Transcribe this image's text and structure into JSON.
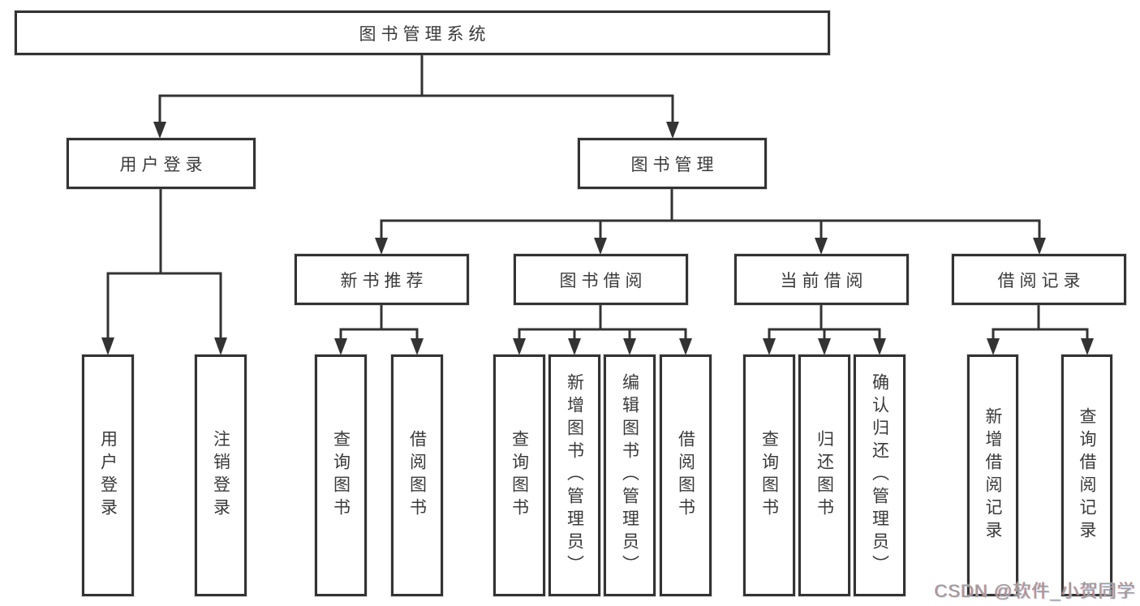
{
  "colors": {
    "line": "#333333",
    "box_border": "#333333",
    "box_fill": "#ffffff",
    "text": "#3a3a3a",
    "watermark": "#9c9c9c"
  },
  "tree": {
    "root": {
      "label": "图书管理系统",
      "children": [
        {
          "label": "用户登录",
          "children": [
            {
              "label": "用户登录"
            },
            {
              "label": "注销登录"
            }
          ]
        },
        {
          "label": "图书管理",
          "children": [
            {
              "label": "新书推荐",
              "children": [
                {
                  "label": "查询图书"
                },
                {
                  "label": "借阅图书"
                }
              ]
            },
            {
              "label": "图书借阅",
              "children": [
                {
                  "label": "查询图书"
                },
                {
                  "label": "新增图书（管理员）"
                },
                {
                  "label": "编辑图书（管理员）"
                },
                {
                  "label": "借阅图书"
                }
              ]
            },
            {
              "label": "当前借阅",
              "children": [
                {
                  "label": "查询图书"
                },
                {
                  "label": "归还图书"
                },
                {
                  "label": "确认归还（管理员）"
                }
              ]
            },
            {
              "label": "借阅记录",
              "children": [
                {
                  "label": "新增借阅记录"
                },
                {
                  "label": "查询借阅记录"
                }
              ]
            }
          ]
        }
      ]
    }
  },
  "watermark": {
    "text": "CSDN @软件_小贺同学"
  }
}
